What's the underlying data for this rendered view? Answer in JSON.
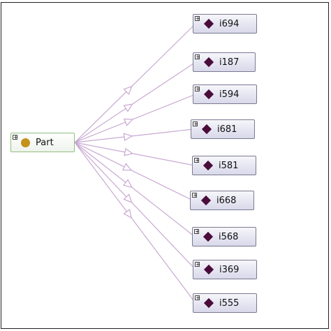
{
  "root": {
    "label": "Part",
    "icon": "class-icon",
    "expander": "+"
  },
  "children": [
    {
      "label": "i694"
    },
    {
      "label": "i187"
    },
    {
      "label": "i594"
    },
    {
      "label": "i681"
    },
    {
      "label": "i581"
    },
    {
      "label": "i668"
    },
    {
      "label": "i568"
    },
    {
      "label": "i369"
    },
    {
      "label": "i555"
    }
  ],
  "child_icon": "individual-icon",
  "colors": {
    "edge": "#c8a9d2",
    "class_icon": "#c4921b",
    "individual_icon": "#4a0c3a",
    "root_border": "#8fbf7d",
    "leaf_border": "#7a7a92"
  }
}
